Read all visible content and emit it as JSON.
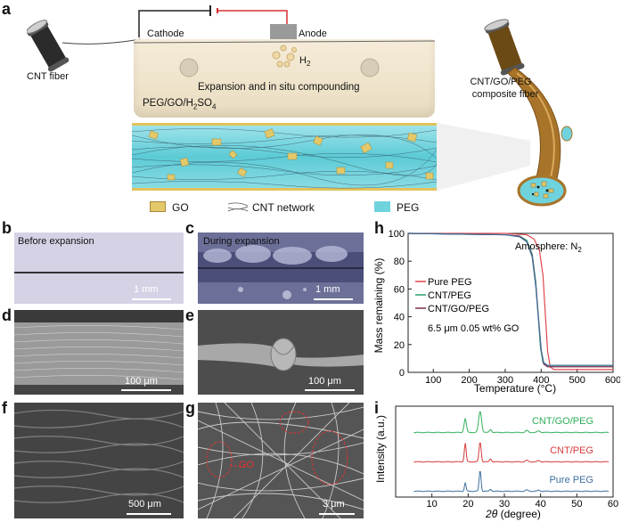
{
  "panel_a": {
    "label": "a",
    "cnt_fiber": "CNT fiber",
    "cathode": "Cathode",
    "anode": "Anode",
    "h2": "H",
    "h2_sub": "2",
    "process": "Expansion and in situ compounding",
    "electrolyte_main": "PEG/GO/H",
    "electrolyte_sub": "2",
    "electrolyte_end": "SO",
    "electrolyte_sub2": "4",
    "composite_line1": "CNT/GO/PEG",
    "composite_line2": "composite fiber",
    "legend": {
      "go": "GO",
      "cnt": "CNT network",
      "peg": "PEG"
    },
    "colors": {
      "bath": "#efe4cf",
      "peg": "#6fd3dd",
      "go": "#e8cf72",
      "fiber_shell": "#a8742a"
    }
  },
  "panel_b": {
    "label": "b",
    "caption": "Before expansion",
    "scale": "1 mm"
  },
  "panel_c": {
    "label": "c",
    "caption": "During expansion",
    "scale": "1 mm"
  },
  "panel_d": {
    "label": "d",
    "scale": "100 μm"
  },
  "panel_e": {
    "label": "e",
    "scale": "100 μm"
  },
  "panel_f": {
    "label": "f",
    "scale": "500 μm"
  },
  "panel_g": {
    "label": "g",
    "scale": "3 μm",
    "annotation": "GO"
  },
  "panel_h": {
    "label": "h"
  },
  "panel_i": {
    "label": "i"
  },
  "chart_data": [
    {
      "type": "line",
      "panel": "h",
      "ylabel": "Mass remaining (%)",
      "xlabel": "Temperature (°C)",
      "xlim": [
        30,
        600
      ],
      "ylim": [
        0,
        100
      ],
      "xticks": [
        100,
        200,
        300,
        400,
        500,
        600
      ],
      "yticks": [
        0,
        20,
        40,
        60,
        80,
        100
      ],
      "annotation": "Amosphere: N",
      "annotation_sub": "2",
      "note": "6.5 μm 0.05 wt% GO",
      "legend_position": "center-left",
      "series": [
        {
          "name": "Pure PEG",
          "color": "#e0474c",
          "x": [
            30,
            300,
            360,
            380,
            395,
            405,
            412,
            418,
            425,
            435,
            600
          ],
          "y": [
            100,
            100,
            99,
            96,
            88,
            70,
            40,
            15,
            4,
            2,
            2
          ]
        },
        {
          "name": "CNT/PEG",
          "color": "#2e9e6e",
          "x": [
            30,
            300,
            340,
            360,
            375,
            385,
            392,
            398,
            405,
            415,
            600
          ],
          "y": [
            100,
            99,
            98,
            95,
            85,
            65,
            40,
            18,
            7,
            5,
            5
          ]
        },
        {
          "name": "CNT/GO/PEG",
          "color": "#7b2a4a",
          "x": [
            30,
            300,
            340,
            360,
            375,
            385,
            393,
            400,
            407,
            418,
            600
          ],
          "y": [
            100,
            99,
            98,
            94,
            84,
            63,
            38,
            16,
            6,
            4,
            4
          ]
        },
        {
          "name": "",
          "color": "#3d6f9e",
          "x": [
            30,
            300,
            340,
            360,
            375,
            385,
            393,
            400,
            407,
            418,
            600
          ],
          "y": [
            100,
            99,
            97.5,
            94,
            83,
            62,
            37,
            16,
            7,
            5,
            5
          ]
        }
      ]
    },
    {
      "type": "line",
      "panel": "i",
      "ylabel": "Intensity (a.u.)",
      "xlabel_symbol": "2θ",
      "xlabel_unit": " (degree)",
      "xlim": [
        0,
        60
      ],
      "xticks": [
        10,
        20,
        30,
        40,
        50,
        60
      ],
      "series": [
        {
          "name": "CNT/GO/PEG",
          "color": "#2fae5a",
          "offset": 2,
          "peaks": [
            [
              19.2,
              0.55,
              0.45
            ],
            [
              23.3,
              0.85,
              0.55
            ],
            [
              26.2,
              0.12,
              0.4
            ],
            [
              36.2,
              0.08,
              0.5
            ],
            [
              39.5,
              0.06,
              0.5
            ]
          ]
        },
        {
          "name": "CNT/PEG",
          "color": "#d63a3a",
          "offset": 1,
          "peaks": [
            [
              19.2,
              0.75,
              0.35
            ],
            [
              23.3,
              0.8,
              0.4
            ],
            [
              26.2,
              0.12,
              0.35
            ],
            [
              36.2,
              0.06,
              0.5
            ],
            [
              39.5,
              0.05,
              0.5
            ]
          ]
        },
        {
          "name": "Pure PEG",
          "color": "#3d6f9e",
          "offset": 0,
          "peaks": [
            [
              19.2,
              0.35,
              0.3
            ],
            [
              23.3,
              0.85,
              0.35
            ],
            [
              26.2,
              0.08,
              0.35
            ],
            [
              36.2,
              0.05,
              0.5
            ],
            [
              39.5,
              0.04,
              0.5
            ]
          ]
        }
      ]
    }
  ]
}
